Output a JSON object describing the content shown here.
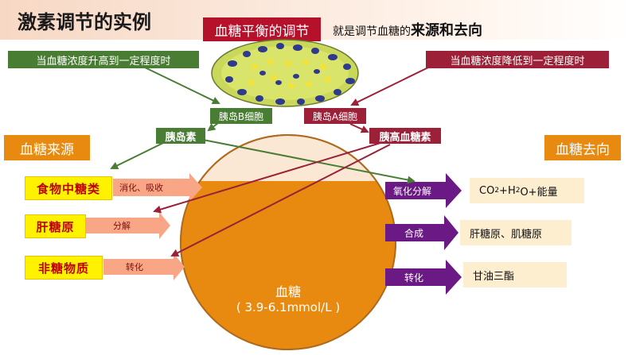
{
  "title": "激素调节的实例",
  "subtitle_box": "血糖平衡的调节",
  "subtitle_prefix": "就是调节血糖的",
  "subtitle_emphasis": "来源和去向",
  "conditions": {
    "high": "当血糖浓度升高到一定程度时",
    "low": "当血糖浓度降低到一定程度时"
  },
  "cells": {
    "b_cell": "胰岛B细胞",
    "a_cell": "胰岛A细胞"
  },
  "hormones": {
    "insulin": "胰岛素",
    "glucagon": "胰高血糖素"
  },
  "sections": {
    "sources": "血糖来源",
    "destinations": "血糖去向"
  },
  "sources": [
    {
      "label": "食物中糖类",
      "process": "消化、吸收"
    },
    {
      "label": "肝糖原",
      "process": "分解"
    },
    {
      "label": "非糖物质",
      "process": "转化"
    }
  ],
  "destinations": [
    {
      "process": "氧化分解",
      "product_main": "CO",
      "sub1": "2",
      "mid": "+H",
      "sub2": "2",
      "product_rest": "O+能量"
    },
    {
      "process": "合成",
      "product": "肝糖原、肌糖原"
    },
    {
      "process": "转化",
      "product": "甘油三酯"
    }
  ],
  "center": {
    "label": "血糖",
    "range": "( 3.9-6.1mmol/L )"
  },
  "colors": {
    "title_red": "#b5112b",
    "green": "#4a7d34",
    "maroon": "#9c2037",
    "orange": "#e88a10",
    "purple": "#6b1a85",
    "yellow": "#fff200",
    "salmon": "#f9a686"
  }
}
